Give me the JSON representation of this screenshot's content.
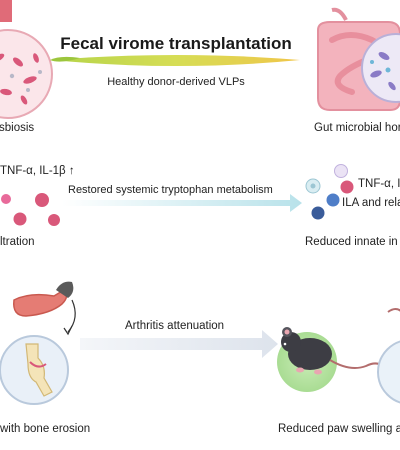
{
  "title": "Fecal virome transplantation",
  "subtitle": "Healthy donor-derived VLPs",
  "panels": {
    "left_top_label": "sbiosis",
    "right_top_label": "Gut microbial hor",
    "left_mid_markers": "TNF-α, IL-1β ↑",
    "mid_arrow_label": "Restored systemic tryptophan metabolism",
    "right_mid_markers_1": "TNF-α, I",
    "right_mid_markers_2": "ILA and rela",
    "left_mid_label": "ltration",
    "right_mid_label": "Reduced innate in",
    "bottom_arrow_label": "Arthritis attenuation",
    "left_bottom_label": "with bone erosion",
    "right_bottom_label": "Reduced paw swelling a"
  },
  "colors": {
    "banner_left": "#b9d64a",
    "banner_right": "#f2c94c",
    "cell_pink": "#d9587a",
    "cell_blue": "#3a5c9a",
    "arrow_teal": "#bfe6ec",
    "arrow_grey": "#e3e8ef"
  }
}
